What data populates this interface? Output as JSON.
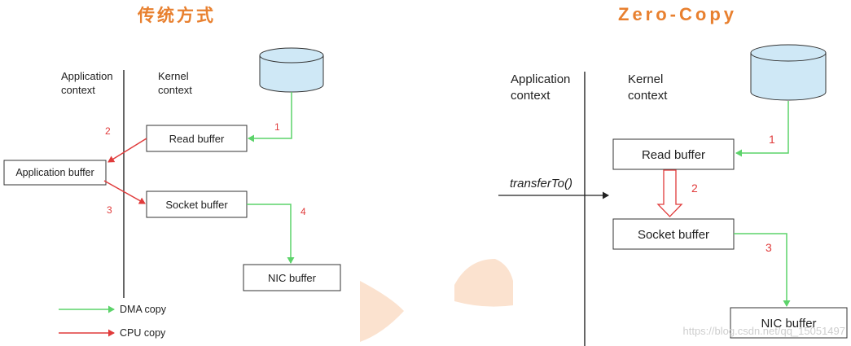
{
  "left": {
    "title": "传统方式",
    "app_context": [
      "Application",
      "context"
    ],
    "kernel_context": [
      "Kernel",
      "context"
    ],
    "read_buffer": "Read buffer",
    "application_buffer": "Application buffer",
    "socket_buffer": "Socket buffer",
    "nic_buffer": "NIC buffer",
    "step1": "1",
    "step2": "2",
    "step3": "3",
    "step4": "4",
    "legend_dma": "DMA copy",
    "legend_cpu": "CPU copy"
  },
  "right": {
    "title": "Zero-Copy",
    "app_context": [
      "Application",
      "context"
    ],
    "kernel_context": [
      "Kernel",
      "context"
    ],
    "read_buffer": "Read buffer",
    "socket_buffer": "Socket buffer",
    "nic_buffer": "NIC buffer",
    "transfer_call": "transferTo()",
    "step1": "1",
    "step2": "2",
    "step3": "3"
  },
  "watermark": "https://blog.csdn.net/qq_15051497",
  "colors": {
    "title": "#e8802f",
    "dma": "#5cd36a",
    "cpu": "#e03b3b",
    "disk_fill": "#cfe8f6",
    "deco": "#fbe2cf"
  }
}
